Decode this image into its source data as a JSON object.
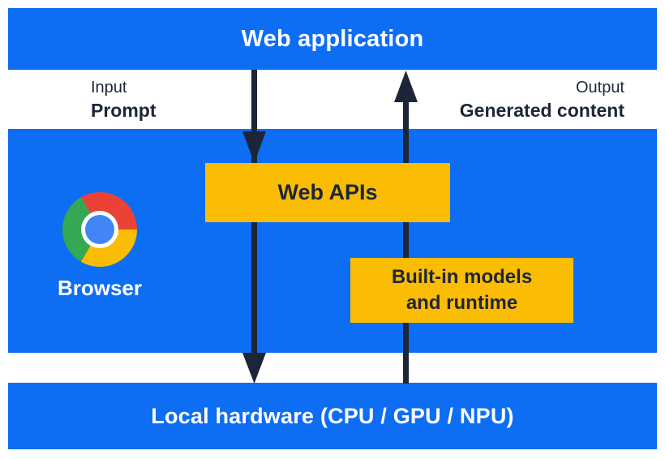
{
  "layers": {
    "web_application": {
      "label": "Web application"
    },
    "browser": {
      "label": "Browser"
    },
    "local_hardware": {
      "label": "Local hardware (CPU / GPU / NPU)"
    }
  },
  "io": {
    "input": {
      "title": "Input",
      "value": "Prompt"
    },
    "output": {
      "title": "Output",
      "value": "Generated content"
    }
  },
  "boxes": {
    "web_apis": {
      "label": "Web APIs"
    },
    "builtin": {
      "line1": "Built-in models",
      "line2": "and runtime"
    }
  },
  "icons": {
    "chrome_logo": "chrome-logo-icon"
  },
  "arrows": {
    "down_flow": "web-application-to-local-hardware",
    "up_flow": "local-hardware-to-web-application"
  },
  "colors": {
    "layer_blue": "#0d6ef4",
    "box_yellow": "#fbbc04",
    "text_navy": "#1d2639",
    "arrow_navy": "#1d2639",
    "label_white": "#ffffff",
    "chrome_red": "#ea4335",
    "chrome_green": "#34a853",
    "chrome_yellow": "#fbbc05",
    "chrome_blue": "#4285f4"
  }
}
